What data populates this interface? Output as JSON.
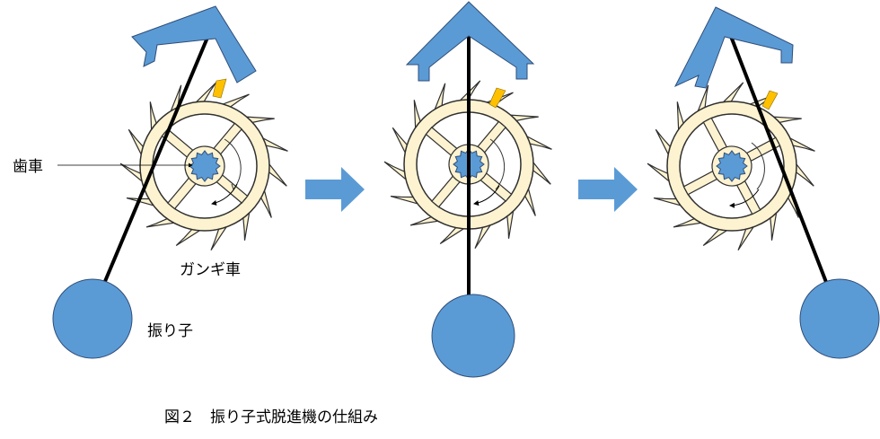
{
  "labels": {
    "gear": "歯車",
    "escape_wheel": "ガンギ車",
    "pendulum": "振り子",
    "caption": "図２　振り子式脱進機の仕組み"
  },
  "colors": {
    "anchor": "#5b9bd5",
    "pendulum_bob": "#5b9bd5",
    "pinion": "#5b9bd5",
    "wheel_fill": "#fdf3d0",
    "wheel_stroke": "#2f2f2f",
    "pallet_tip": "#ffc000",
    "rod": "#000000",
    "arrow": "#5b9bd5"
  },
  "frames": [
    {
      "state": "tilted-left"
    },
    {
      "state": "center"
    },
    {
      "state": "tilted-right"
    }
  ]
}
